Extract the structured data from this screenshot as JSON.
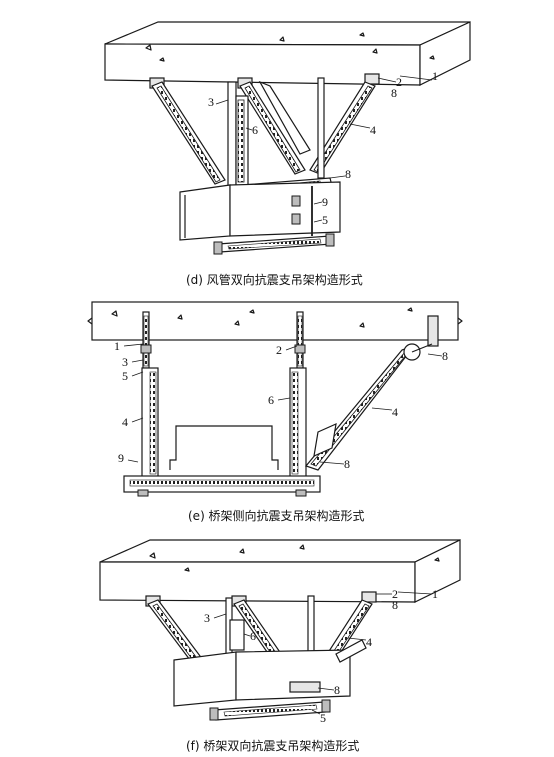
{
  "panels": [
    {
      "id": "d",
      "caption": "(d) 风管双向抗震支吊架构造形式",
      "labels": [
        "1",
        "2",
        "8",
        "3",
        "6",
        "4",
        "8",
        "9",
        "5"
      ]
    },
    {
      "id": "e",
      "caption": "(e) 桥架侧向抗震支吊架构造形式",
      "labels": [
        "1",
        "3",
        "5",
        "4",
        "9",
        "2",
        "6",
        "8",
        "4",
        "8"
      ]
    },
    {
      "id": "f",
      "caption": "(f) 桥架双向抗震支吊架构造形式",
      "labels": [
        "1",
        "2",
        "8",
        "3",
        "6",
        "4",
        "8",
        "5"
      ]
    }
  ]
}
